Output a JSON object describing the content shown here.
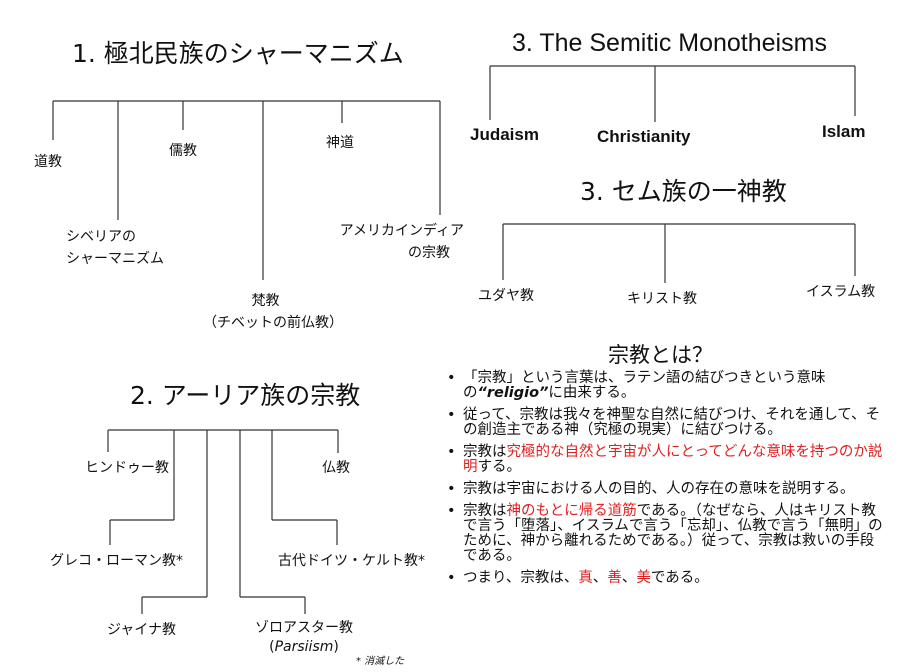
{
  "tree1": {
    "title": "1. 極北民族のシャーマニズム",
    "items": {
      "taoism": "道教",
      "siberian_line1": "シベリアの",
      "siberian_line2": "シャーマニズム",
      "confucianism": "儒教",
      "bon_line1": "梵教",
      "bon_line2": "（チベットの前仏教）",
      "shinto": "神道",
      "native_am_line1": "アメリカインディア",
      "native_am_line2": "の宗教"
    }
  },
  "tree3_en": {
    "title": "3. The Semitic Monotheisms",
    "items": {
      "judaism": "Judaism",
      "christianity": "Christianity",
      "islam": "Islam"
    }
  },
  "tree3_jp": {
    "title": "3. セム族の一神教",
    "items": {
      "judaism": "ユダヤ教",
      "christianity": "キリスト教",
      "islam": "イスラム教"
    }
  },
  "tree2": {
    "title": "2. アーリア族の宗教",
    "items": {
      "hinduism": "ヒンドゥー教",
      "buddhism": "仏教",
      "greco_roman": "グレコ・ローマン教*",
      "german_celtic": "古代ドイツ・ケルト教*",
      "jainism": "ジャイナ教",
      "zoroastrian": "ゾロアスター教",
      "parsiism_open": "(",
      "parsiism": "Parsiism",
      "parsiism_close": ")"
    },
    "footnote": "* 消滅した"
  },
  "religion": {
    "title": "宗教とは？",
    "bullets": [
      {
        "parts": [
          {
            "t": "「宗教」という言葉は、ラテン語の結びつきという意味の"
          },
          {
            "t": "“religio”",
            "style": "bi"
          },
          {
            "t": "に由来する。"
          }
        ]
      },
      {
        "parts": [
          {
            "t": "従って、宗教は我々を神聖な自然に結びつけ、それを通して、その創造主である神（究極の現実）に結びつける。"
          }
        ]
      },
      {
        "parts": [
          {
            "t": "宗教は"
          },
          {
            "t": "究極的な自然と宇宙が人にとってどんな意味を持つのか説明",
            "style": "red"
          },
          {
            "t": "する。"
          }
        ]
      },
      {
        "parts": [
          {
            "t": "宗教は宇宙における人の目的、人の存在の意味を説明する。"
          }
        ]
      },
      {
        "parts": [
          {
            "t": "宗教は"
          },
          {
            "t": "神のもとに帰る道筋",
            "style": "red"
          },
          {
            "t": "である。（なぜなら、人はキリスト教で言う「堕落」、イスラムで言う「忘却」、仏教で言う「無明」のために、神から離れるためである。）従って、宗教は救いの手段である。"
          }
        ]
      },
      {
        "parts": [
          {
            "t": "つまり、宗教は、"
          },
          {
            "t": "真",
            "style": "red"
          },
          {
            "t": "、"
          },
          {
            "t": "善",
            "style": "red"
          },
          {
            "t": "、"
          },
          {
            "t": "美",
            "style": "red"
          },
          {
            "t": "である。"
          }
        ]
      }
    ]
  }
}
